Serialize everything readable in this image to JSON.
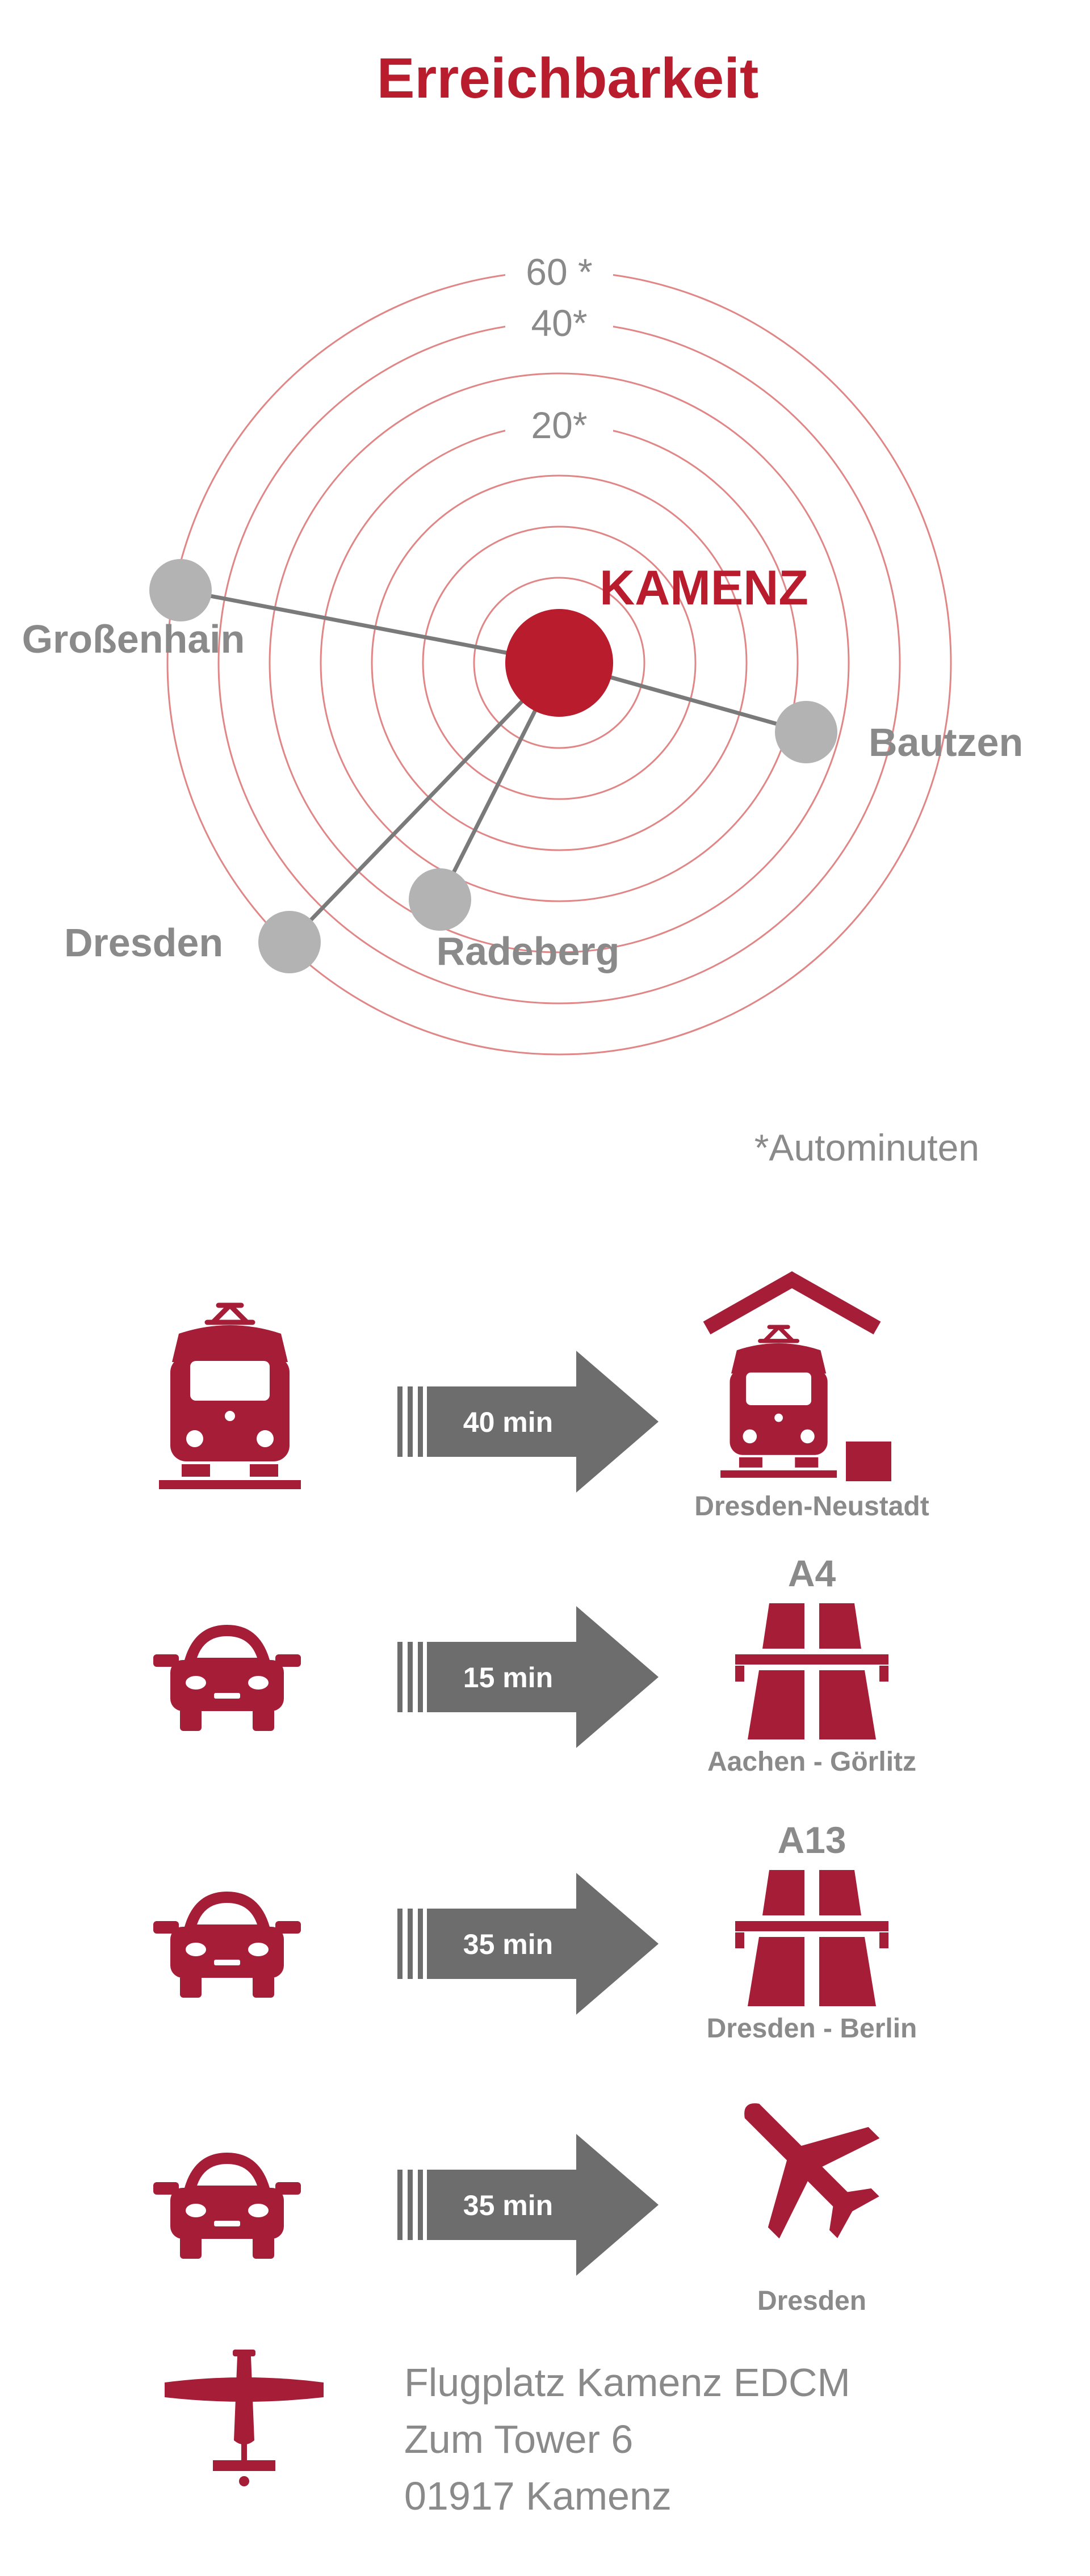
{
  "colors": {
    "accent": "#b91c2c",
    "icon": "#a51d37",
    "ring": "#e08686",
    "node": "#b3b3b3",
    "line": "#7a7a7a",
    "text_gray": "#8a8a8a",
    "arrow": "#6d6d6d"
  },
  "title": "Erreichbarkeit",
  "radar": {
    "rings": [
      {
        "label": "20*"
      },
      {
        "label": "40*"
      },
      {
        "label": "60 *"
      }
    ],
    "center_label": "KAMENZ",
    "cities": [
      {
        "label": "Großenhain"
      },
      {
        "label": "Bautzen"
      },
      {
        "label": "Radeberg"
      },
      {
        "label": "Dresden"
      }
    ],
    "footnote": "*Autominuten"
  },
  "connections": [
    {
      "mode_icon": "train-icon",
      "duration": "40 min",
      "dest_icon": "train-station-icon",
      "dest_code": "",
      "dest_label": "Dresden-Neustadt"
    },
    {
      "mode_icon": "car-icon",
      "duration": "15 min",
      "dest_icon": "highway-icon",
      "dest_code": "A4",
      "dest_label": "Aachen - Görlitz"
    },
    {
      "mode_icon": "car-icon",
      "duration": "35 min",
      "dest_icon": "highway-icon",
      "dest_code": "A13",
      "dest_label": "Dresden - Berlin"
    },
    {
      "mode_icon": "car-icon",
      "duration": "35 min",
      "dest_icon": "airplane-icon",
      "dest_code": "",
      "dest_label": "Dresden"
    }
  ],
  "airfield": {
    "icon": "small-plane-icon",
    "lines": [
      "Flugplatz Kamenz EDCM",
      "Zum Tower 6",
      "01917 Kamenz"
    ]
  }
}
